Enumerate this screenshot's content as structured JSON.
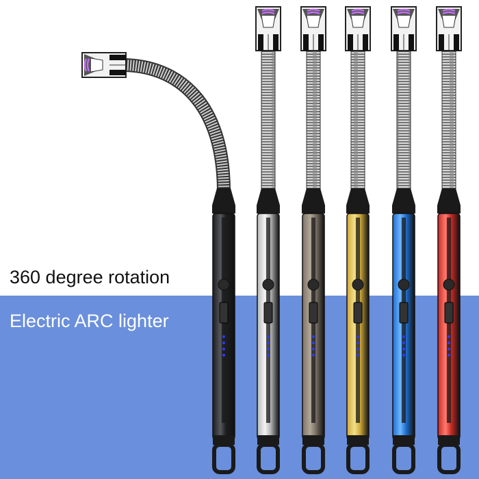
{
  "captions": {
    "rotation": "360 degree rotation",
    "product": "Electric ARC lighter"
  },
  "colors": {
    "background_top": "#ffffff",
    "background_band": "#6a8fdc",
    "arc": "#c070f0",
    "battery_led": "#2a3cff"
  },
  "lighters": [
    {
      "name": "black",
      "body": "#1e1e20",
      "highlight": "#55585c"
    },
    {
      "name": "silver",
      "body": "#b8b8b8",
      "highlight": "#f4f4f4"
    },
    {
      "name": "gunmetal",
      "body": "#7d7266",
      "highlight": "#b3a898"
    },
    {
      "name": "gold",
      "body": "#cfa93a",
      "highlight": "#f3df8a"
    },
    {
      "name": "blue",
      "body": "#1f6fd0",
      "highlight": "#6fb6ff"
    },
    {
      "name": "red",
      "body": "#c92a25",
      "highlight": "#ff7a6e"
    }
  ],
  "battery_led_count": 4
}
